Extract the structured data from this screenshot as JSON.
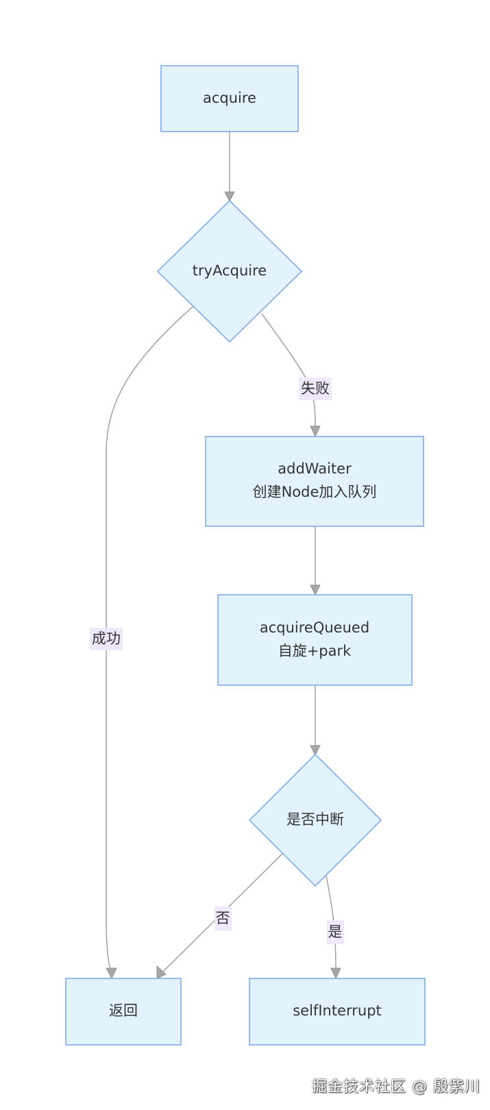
{
  "nodes": {
    "acquire": {
      "lines": [
        "acquire"
      ]
    },
    "tryAcquire": {
      "lines": [
        "tryAcquire"
      ]
    },
    "addWaiter": {
      "lines": [
        "addWaiter",
        "创建Node加入队列"
      ]
    },
    "acquireQueued": {
      "lines": [
        "acquireQueued",
        "自旋+park"
      ]
    },
    "isInterrupted": {
      "lines": [
        "是否中断"
      ]
    },
    "return": {
      "lines": [
        "返回"
      ]
    },
    "selfInterrupt": {
      "lines": [
        "selfInterrupt"
      ]
    }
  },
  "edges": {
    "acquire_try": {
      "label": ""
    },
    "try_success": {
      "label": "成功"
    },
    "try_fail": {
      "label": "失败"
    },
    "add_queued": {
      "label": ""
    },
    "queued_interrupt": {
      "label": ""
    },
    "interrupt_no": {
      "label": "否"
    },
    "interrupt_yes": {
      "label": "是"
    }
  },
  "watermark": "掘金技术社区 @ 殷紫川"
}
